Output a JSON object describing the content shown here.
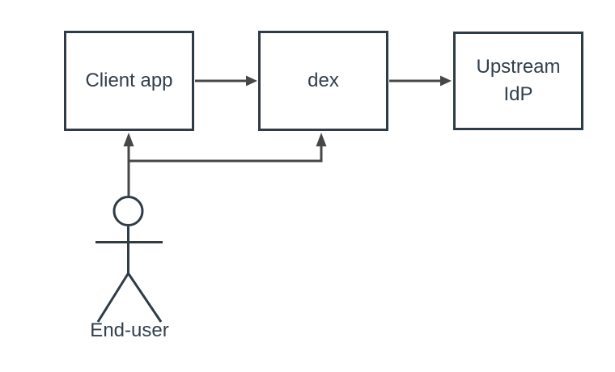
{
  "diagram": {
    "type": "flow-diagram",
    "nodes": {
      "client_app": {
        "label": "Client app"
      },
      "dex": {
        "label": "dex"
      },
      "upstream_idp": {
        "label": "Upstream IdP"
      },
      "end_user": {
        "label": "End-user"
      }
    },
    "edges": [
      {
        "from": "Client app",
        "to": "dex",
        "style": "arrow-right"
      },
      {
        "from": "dex",
        "to": "Upstream IdP",
        "style": "arrow-right"
      },
      {
        "from": "End-user",
        "to": "Client app",
        "style": "arrow-up"
      },
      {
        "from": "End-user",
        "to": "dex",
        "style": "arrow-up-elbow"
      }
    ]
  },
  "colors": {
    "background": "#ffffff",
    "box_border": "#2f3b47",
    "text": "#33404d",
    "arrow": "#474747"
  }
}
